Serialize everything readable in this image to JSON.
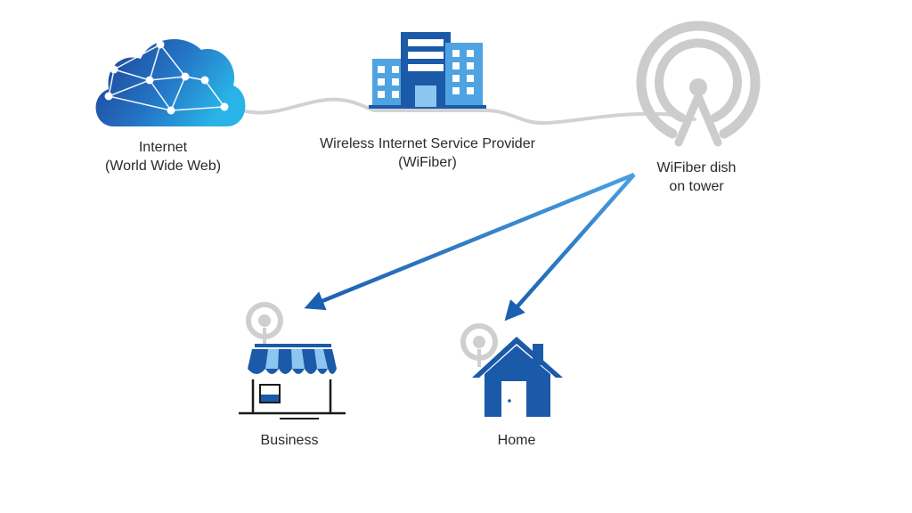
{
  "nodes": {
    "internet": {
      "line1": "Internet",
      "line2": "(World Wide Web)"
    },
    "isp": {
      "line1": "Wireless Internet Service Provider",
      "line2": "(WiFiber)"
    },
    "tower": {
      "line1": "WiFiber dish",
      "line2": "on tower"
    },
    "business": {
      "label": "Business"
    },
    "home": {
      "label": "Home"
    }
  },
  "colors": {
    "dark_blue": "#1b5aa8",
    "mid_blue": "#2e78c8",
    "light_blue": "#4fa3e0",
    "pale_blue": "#8cc6f0",
    "cloud_dark": "#1d4f9c",
    "cloud_light": "#27a9e1",
    "gray": "#cfcfcf",
    "text": "#2a2a2a"
  }
}
